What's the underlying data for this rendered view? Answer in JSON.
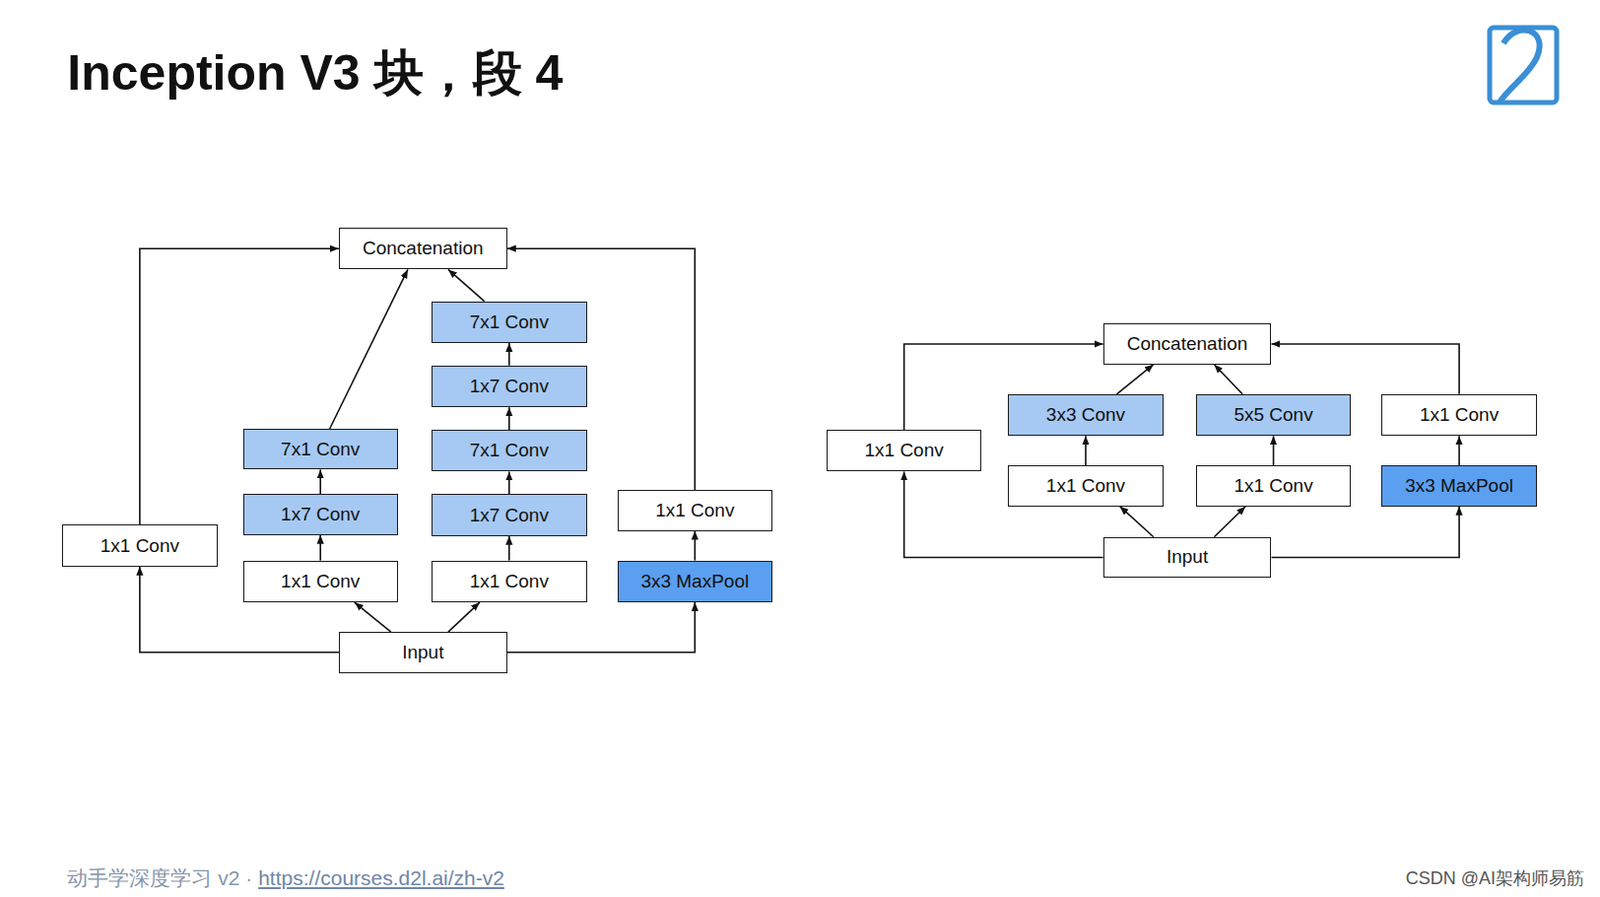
{
  "diagram": {
    "title": "Inception V3 块，段 4",
    "nodes": [
      {
        "text": [
          "Concatenation"
        ]
      },
      {
        "text": [
          "7x1 Conv"
        ]
      },
      {
        "text": [
          "1x7 Conv"
        ]
      },
      {
        "text": [
          "7x1 Conv"
        ]
      },
      {
        "text": [
          "7x1 Conv"
        ]
      },
      {
        "text": [
          "1x1 Conv"
        ]
      },
      {
        "text": [
          "1x7 Conv"
        ]
      },
      {
        "text": [
          "1x7 Conv"
        ]
      },
      {
        "text": [
          "1x1 Conv"
        ]
      },
      {
        "text": [
          "1x1 Conv"
        ]
      },
      {
        "text": [
          "1x1 Conv"
        ]
      },
      {
        "text": [
          "3x3 MaxPool"
        ]
      },
      {
        "text": [
          "Input"
        ]
      },
      {
        "text": [
          "Concatenation"
        ]
      },
      {
        "text": [
          "3x3 Conv"
        ]
      },
      {
        "text": [
          "5x5 Conv"
        ]
      },
      {
        "text": [
          "1x1 Conv"
        ]
      },
      {
        "text": [
          "1x1 Conv"
        ]
      },
      {
        "text": [
          "1x1 Conv"
        ]
      },
      {
        "text": [
          "1x1 Conv"
        ]
      },
      {
        "text": [
          "3x3 MaxPool"
        ]
      },
      {
        "text": [
          "Input"
        ]
      }
    ],
    "edges": [
      {
        "from": 12,
        "to": 5,
        "arrow": "to"
      },
      {
        "from": 12,
        "to": 9,
        "arrow": "to"
      },
      {
        "from": 12,
        "to": 10,
        "arrow": "to"
      },
      {
        "from": 12,
        "to": 11,
        "arrow": "to"
      },
      {
        "from": 9,
        "to": 6,
        "arrow": "to"
      },
      {
        "from": 6,
        "to": 3,
        "arrow": "to"
      },
      {
        "from": 3,
        "to": 0,
        "arrow": "to"
      },
      {
        "from": 10,
        "to": 7,
        "arrow": "to"
      },
      {
        "from": 7,
        "to": 4,
        "arrow": "to"
      },
      {
        "from": 4,
        "to": 2,
        "arrow": "to"
      },
      {
        "from": 2,
        "to": 1,
        "arrow": "to"
      },
      {
        "from": 1,
        "to": 0,
        "arrow": "to"
      },
      {
        "from": 11,
        "to": 8,
        "arrow": "to"
      },
      {
        "from": 5,
        "to": 0,
        "arrow": "to"
      },
      {
        "from": 8,
        "to": 0,
        "arrow": "to"
      },
      {
        "from": 21,
        "to": 17,
        "arrow": "to"
      },
      {
        "from": 21,
        "to": 18,
        "arrow": "to"
      },
      {
        "from": 21,
        "to": 19,
        "arrow": "to"
      },
      {
        "from": 21,
        "to": 20,
        "arrow": "to"
      },
      {
        "from": 18,
        "to": 14,
        "arrow": "to"
      },
      {
        "from": 19,
        "to": 15,
        "arrow": "to"
      },
      {
        "from": 20,
        "to": 16,
        "arrow": "to"
      },
      {
        "from": 17,
        "to": 13,
        "arrow": "to"
      },
      {
        "from": 14,
        "to": 13,
        "arrow": "to"
      },
      {
        "from": 15,
        "to": 13,
        "arrow": "to"
      },
      {
        "from": 16,
        "to": 13,
        "arrow": "to"
      }
    ],
    "labels": [
      "动手学深度学习 v2 ·",
      "https://courses.d2l.ai/zh-v2",
      "CSDN @AI架构师易筋"
    ]
  }
}
